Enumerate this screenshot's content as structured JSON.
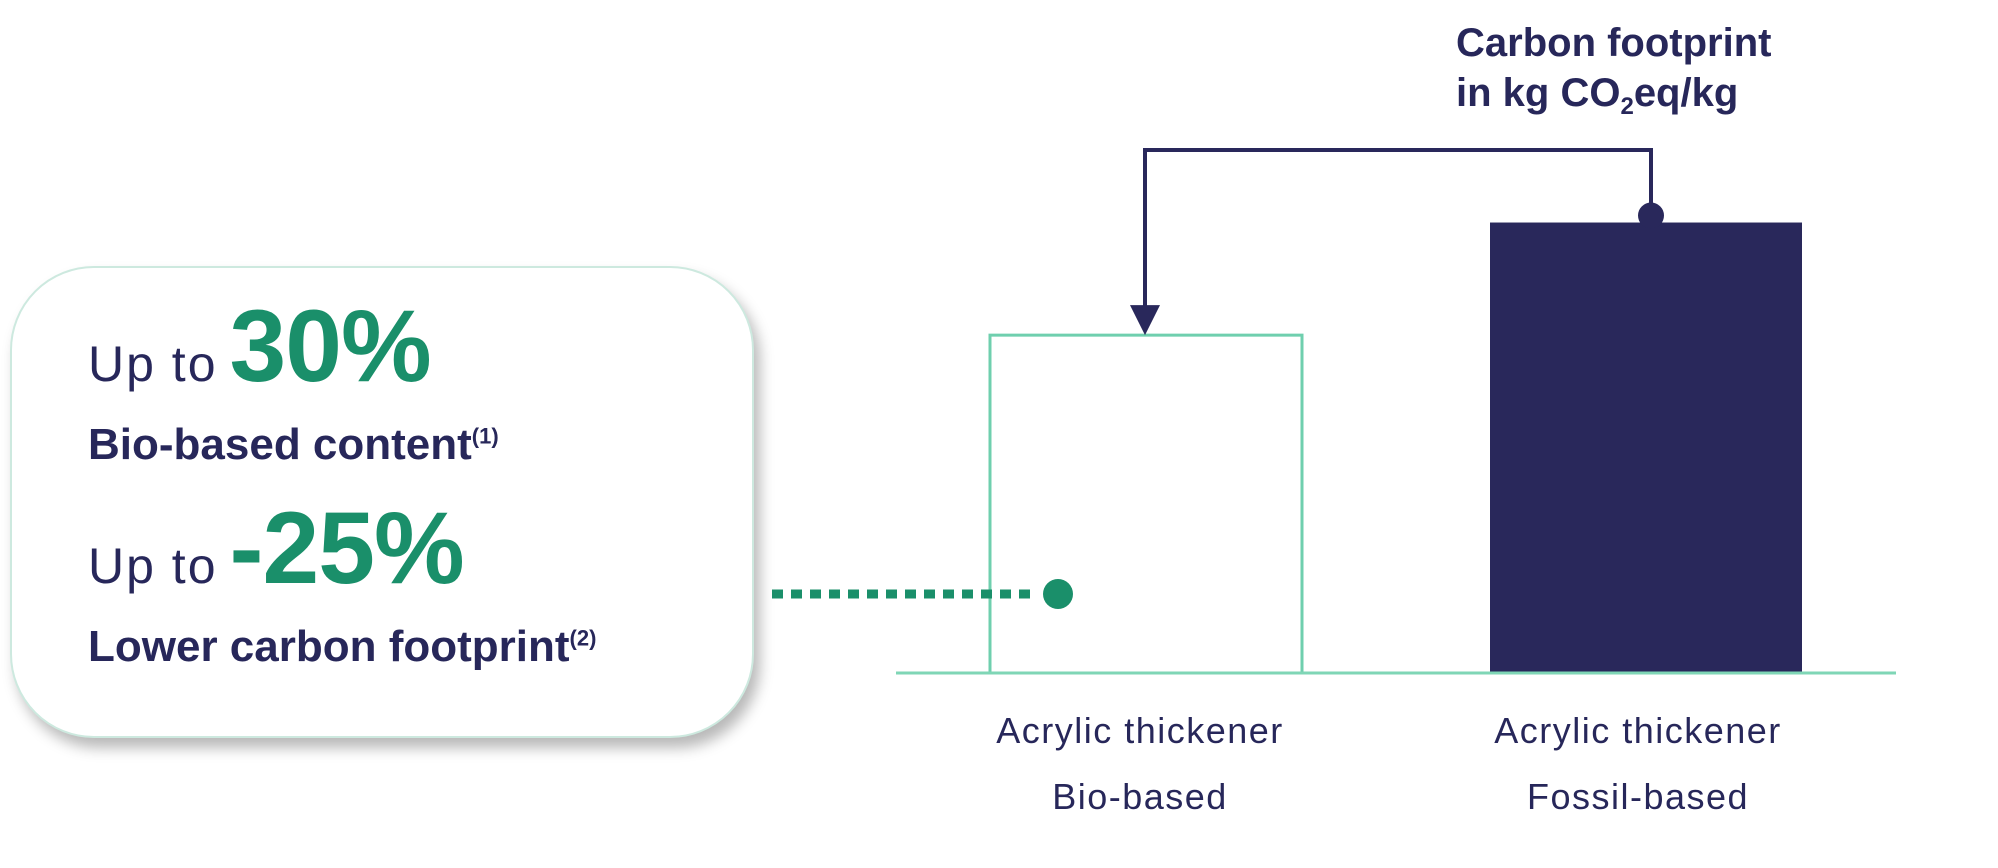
{
  "card": {
    "stat1": {
      "prefix": "Up to",
      "value": "30%",
      "label": "Bio-based content",
      "note": "(1)"
    },
    "stat2": {
      "prefix": "Up to",
      "value": "-25%",
      "label": "Lower carbon footprint",
      "note": "(2)"
    }
  },
  "chart_data": {
    "type": "bar",
    "title_lines": [
      "Carbon footprint",
      "in kg CO",
      "2",
      "eq/kg"
    ],
    "categories": [
      [
        "Acrylic thickener",
        "Bio-based"
      ],
      [
        "Acrylic thickener",
        "Fossil-based"
      ]
    ],
    "values": [
      0.75,
      1.0
    ],
    "ylim": [
      0,
      1.05
    ],
    "grid": false,
    "colors": {
      "bio_outline": "#6fcfae",
      "fossil_fill": "#29285b",
      "accent": "#1a8f6a",
      "ink": "#27275a",
      "baseline": "#7fd6b6"
    }
  }
}
